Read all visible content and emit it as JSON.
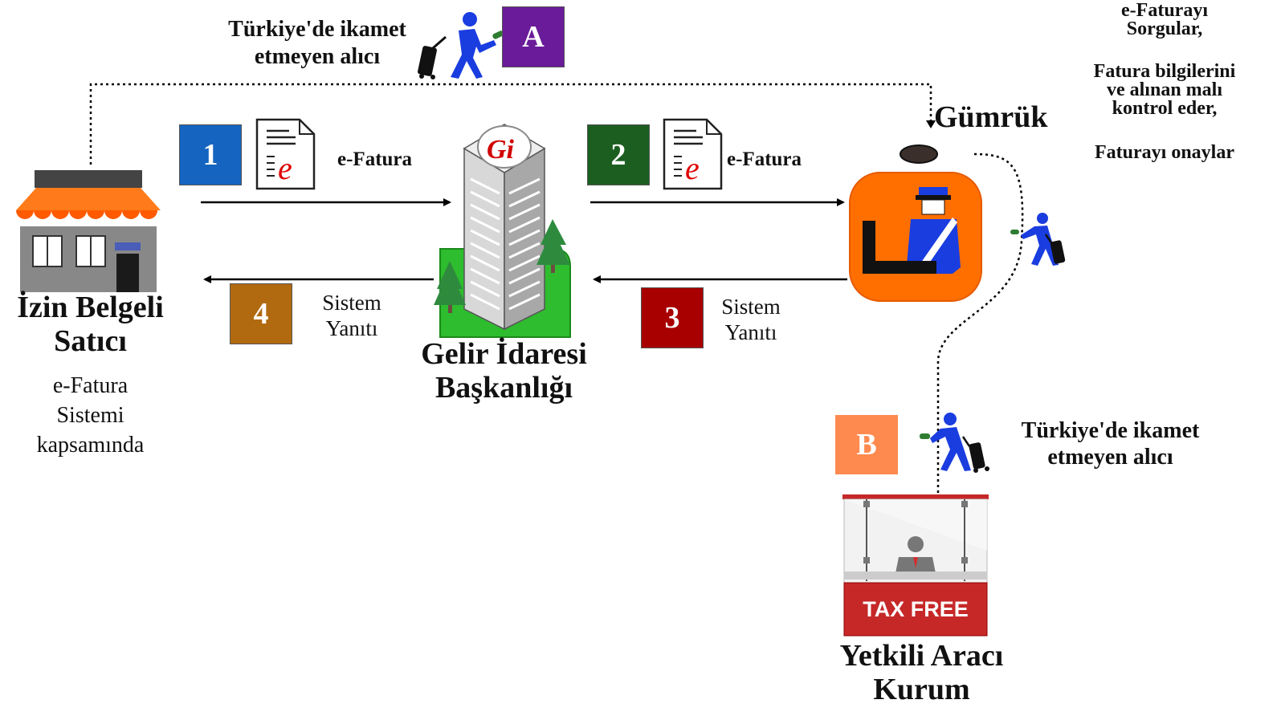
{
  "top_buyer": {
    "line1": "Türkiye'de ikamet",
    "line2": "etmeyen alıcı",
    "badge": "A",
    "badge_color": "#6a1b9a"
  },
  "seller": {
    "name_line1": "İzin Belgeli",
    "name_line2": "Satıcı",
    "desc_line1": "e-Fatura",
    "desc_line2": "Sistemi",
    "desc_line3": "kapsamında"
  },
  "steps": [
    {
      "num": "1",
      "color": "#1565c0",
      "label": "e-Fatura"
    },
    {
      "num": "2",
      "color": "#1b5e20",
      "label": "e-Fatura"
    },
    {
      "num": "3",
      "color": "#a80000",
      "label_line1": "Sistem",
      "label_line2": "Yanıtı"
    },
    {
      "num": "4",
      "color": "#b26a10",
      "label_line1": "Sistem",
      "label_line2": "Yanıtı"
    }
  ],
  "gib": {
    "name_line1": "Gelir İdaresi",
    "name_line2": "Başkanlığı",
    "logo_letter": "Gi"
  },
  "customs": {
    "name": "Gümrük",
    "notes": [
      "e-Faturayı",
      "Sorgular,",
      "Fatura bilgilerini",
      "ve alınan malı",
      "kontrol eder,",
      "Faturayı onaylar"
    ]
  },
  "bottom_buyer": {
    "line1": "Türkiye'de ikamet",
    "line2": "etmeyen alıcı",
    "badge": "B",
    "badge_color": "#ff8a50"
  },
  "agent": {
    "sign": "TAX FREE",
    "name_line1": "Yetkili Aracı",
    "name_line2": "Kurum"
  },
  "doc_icon_letter": "e",
  "colors": {
    "customs_orange": "#ff6f00",
    "tax_free_red": "#c62828",
    "traveler_blue": "#1a3de0",
    "ground_green": "#2ebd2e"
  }
}
